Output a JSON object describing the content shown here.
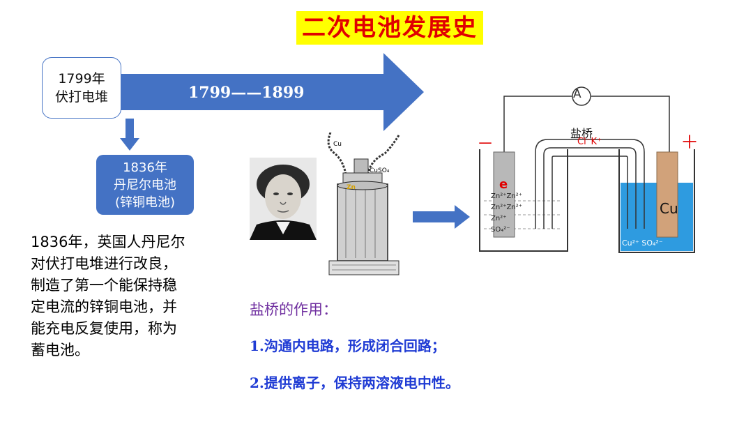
{
  "title": "二次电池发展史",
  "timeline": {
    "start_box_year": "1799年",
    "start_box_name": "伏打电堆",
    "arrow_label": "1799——1899",
    "daniell_box_year": "1836年",
    "daniell_box_name": "丹尼尔电池",
    "daniell_box_alias": "(锌铜电池)"
  },
  "description": [
    "1836年，英国人丹尼尔",
    "对伏打电堆进行改良，",
    "制造了第一个能保持稳",
    "定电流的锌铜电池，并",
    "能充电反复使用，称为",
    "蓄电池。"
  ],
  "battery_labels": {
    "cu": "Cu",
    "cuso4": "CuSO₄",
    "zn": "Zn"
  },
  "cell_diagram": {
    "ammeter": "A",
    "salt_bridge": "盐桥",
    "bridge_ions": "Cl⁻K⁺",
    "minus": "－",
    "plus": "＋",
    "electron": "e",
    "left_ions": [
      "Zn²⁺Zn²⁺",
      "Zn²⁺Zn²⁺",
      "Zn²⁺",
      "SO₄²⁻"
    ],
    "right_ions": "Cu²⁺ SO₄²⁻",
    "cu_electrode": "Cu"
  },
  "salt_bridge_section": {
    "heading": "盐桥的作用：",
    "points": [
      "1.沟通内电路，形成闭合回路；",
      "2.提供离子，保持两溶液电中性。"
    ]
  },
  "colors": {
    "accent": "#4472c4",
    "title_bg": "#ffff00",
    "title_text": "#e00000",
    "purple": "#7030a0",
    "blue_text": "#1f3bd4"
  }
}
